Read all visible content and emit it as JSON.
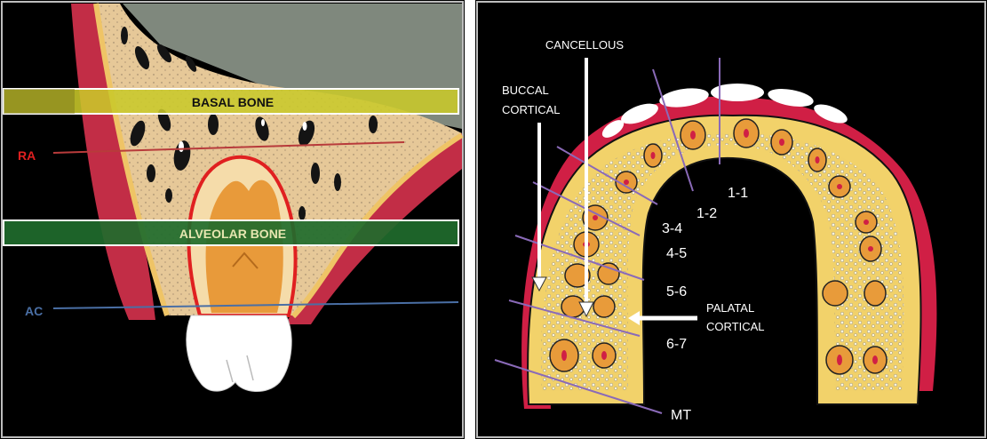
{
  "left_panel": {
    "bands": {
      "basal": "BASAL BONE",
      "alveolar": "ALVEOLAR BONE"
    },
    "lines": {
      "ra": "RA",
      "ac": "AC"
    },
    "colors": {
      "ra": "#e02020",
      "ac": "#4a6fa5",
      "basal_band": "#c8c82a",
      "alveolar_band": "#1f6b2d",
      "sky": "#808a7f",
      "bone": "#e9c99a"
    }
  },
  "right_panel": {
    "labels": {
      "cancellous": "CANCELLOUS",
      "buccal_line1": "BUCCAL",
      "buccal_line2": "CORTICAL",
      "palatal_line1": "PALATAL",
      "palatal_line2": "CORTICAL",
      "s11": "1-1",
      "s12": "1-2",
      "s34": "3-4",
      "s45": "4-5",
      "s56": "5-6",
      "s67": "6-7",
      "mt": "MT"
    },
    "colors": {
      "gingiva": "#d01f45",
      "bone": "#f2d26a",
      "root": "#e89b3a",
      "guide_line": "#8a6ab8"
    }
  }
}
